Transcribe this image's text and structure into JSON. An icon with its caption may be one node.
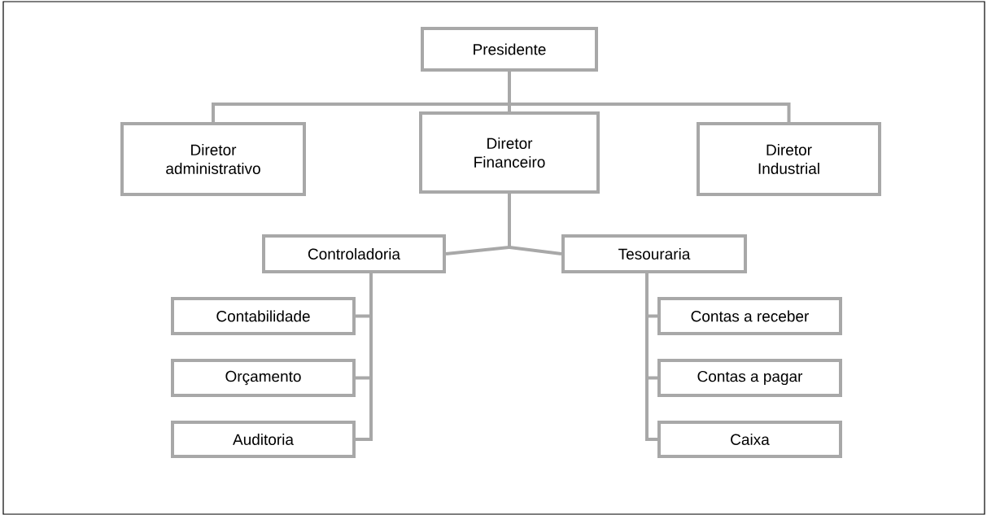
{
  "diagram": {
    "nodes": [
      {
        "text": [
          "Presidente"
        ]
      },
      {
        "text": [
          "Diretor administrativo"
        ]
      },
      {
        "text": [
          "Diretor Financeiro"
        ]
      },
      {
        "text": [
          "Diretor Industrial"
        ]
      },
      {
        "text": [
          "Controladoria"
        ]
      },
      {
        "text": [
          "Tesouraria"
        ]
      },
      {
        "text": [
          "Contabilidade"
        ]
      },
      {
        "text": [
          "Orçamento"
        ]
      },
      {
        "text": [
          "Auditoria"
        ]
      },
      {
        "text": [
          "Contas a receber"
        ]
      },
      {
        "text": [
          "Contas a pagar"
        ]
      },
      {
        "text": [
          "Caixa"
        ]
      }
    ],
    "edges": [
      {
        "from": 0,
        "to": 1,
        "arrow": "none"
      },
      {
        "from": 0,
        "to": 2,
        "arrow": "none"
      },
      {
        "from": 0,
        "to": 3,
        "arrow": "none"
      },
      {
        "from": 2,
        "to": 4,
        "arrow": "none"
      },
      {
        "from": 2,
        "to": 5,
        "arrow": "none"
      },
      {
        "from": 4,
        "to": 6,
        "arrow": "none"
      },
      {
        "from": 4,
        "to": 7,
        "arrow": "none"
      },
      {
        "from": 4,
        "to": 8,
        "arrow": "none"
      },
      {
        "from": 5,
        "to": 9,
        "arrow": "none"
      },
      {
        "from": 5,
        "to": 10,
        "arrow": "none"
      },
      {
        "from": 5,
        "to": 11,
        "arrow": "none"
      }
    ]
  }
}
